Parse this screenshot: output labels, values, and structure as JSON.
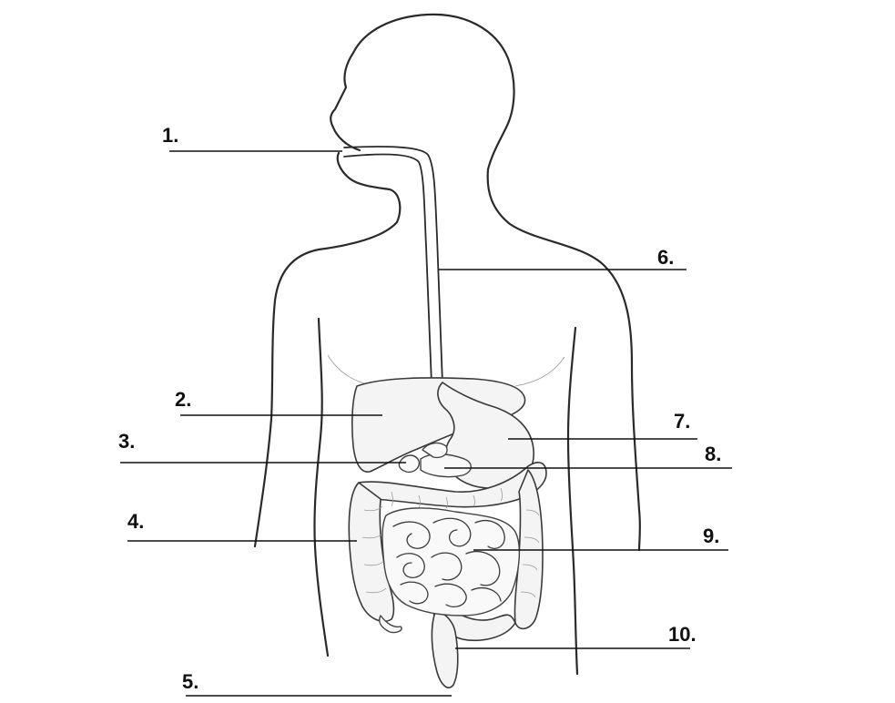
{
  "labels": [
    {
      "id": "1",
      "text": "1."
    },
    {
      "id": "2",
      "text": "2."
    },
    {
      "id": "3",
      "text": "3."
    },
    {
      "id": "4",
      "text": "4."
    },
    {
      "id": "5",
      "text": "5."
    },
    {
      "id": "6",
      "text": "6."
    },
    {
      "id": "7",
      "text": "7."
    },
    {
      "id": "8",
      "text": "8."
    },
    {
      "id": "9",
      "text": "9."
    },
    {
      "id": "10",
      "text": "10."
    }
  ]
}
